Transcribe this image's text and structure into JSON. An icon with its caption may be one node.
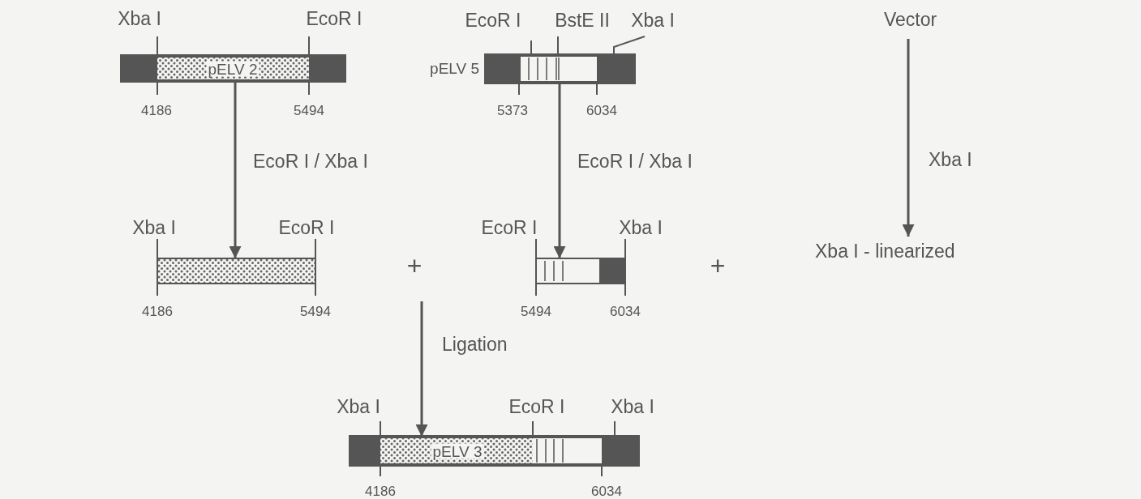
{
  "diagram": {
    "nodes": [
      {
        "text": [
          "pELV 2"
        ]
      },
      {
        "text": [],
        "shape": "bar",
        "beside": [
          "pELV 5"
        ]
      },
      {
        "text": [
          "Vector"
        ]
      },
      {
        "text": [],
        "shape": "bar"
      },
      {
        "text": [],
        "shape": "bar"
      },
      {
        "text": [
          "Xba I - linearized"
        ]
      },
      {
        "text": [
          "pELV 3"
        ]
      }
    ],
    "edges": [
      {
        "from": 0,
        "to": 3,
        "arrow": "to",
        "label": "EcoR I / Xba I"
      },
      {
        "from": 1,
        "to": 4,
        "arrow": "to",
        "label": "EcoR I / Xba I"
      },
      {
        "from": 2,
        "to": 5,
        "arrow": "to",
        "label": "Xba I"
      },
      {
        "from": null,
        "to": 6,
        "arrow": "to",
        "label": "Ligation"
      }
    ],
    "labels": [
      "Xba I",
      "EcoR I",
      "4186",
      "5494",
      "EcoR I",
      "BstE II",
      "Xba I",
      "5373",
      "6034",
      "Xba I",
      "EcoR I",
      "+",
      "EcoR I",
      "Xba I",
      "+",
      "4186",
      "5494",
      "5494",
      "6034",
      "Xba I",
      "EcoR I",
      "Xba I",
      "4186",
      "6034"
    ]
  }
}
